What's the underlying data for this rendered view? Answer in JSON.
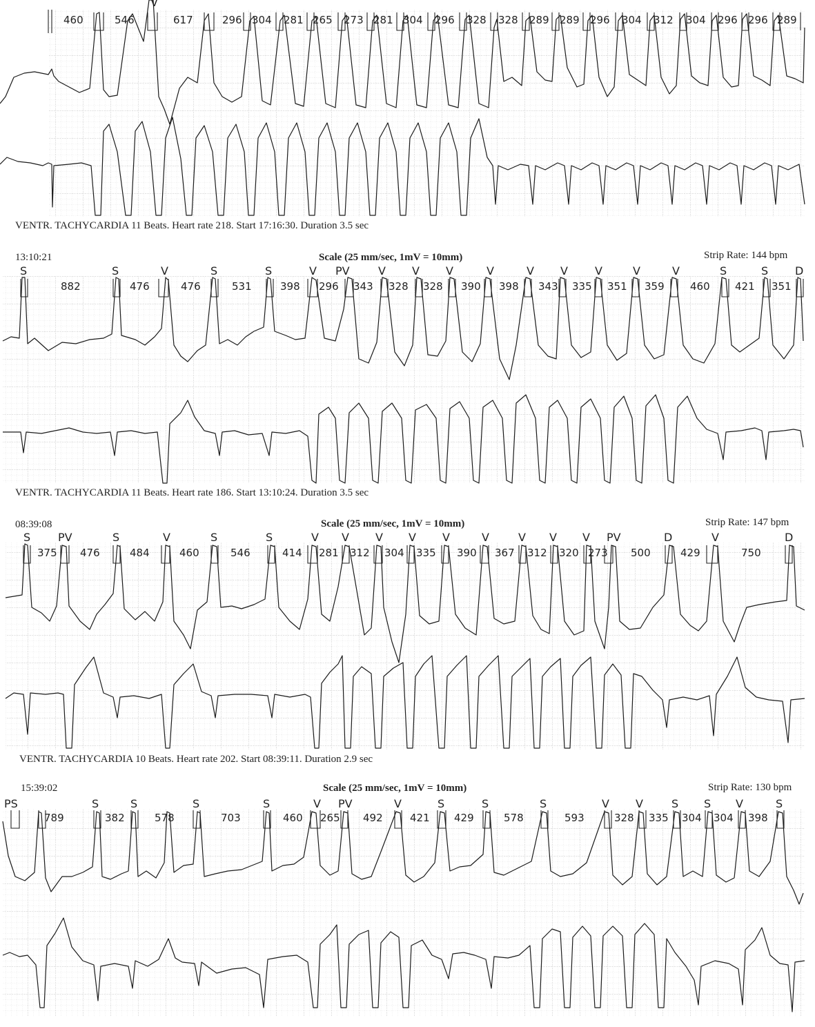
{
  "strips": [
    {
      "time": "",
      "scale": "",
      "strip_rate": "",
      "beat_labels": [
        "",
        "",
        "V",
        "",
        "",
        "",
        "",
        "",
        "",
        "",
        "",
        "",
        "",
        "",
        "",
        "",
        "",
        "",
        "",
        "",
        "",
        ""
      ],
      "intervals": [
        "460",
        "546",
        "617",
        "296",
        "304",
        "281",
        "265",
        "273",
        "281",
        "304",
        "296",
        "328",
        "328",
        "289",
        "289",
        "296",
        "304",
        "312",
        "304",
        "296",
        "296",
        "289"
      ],
      "caption": "VENTR. TACHYCARDIA   11 Beats.  Heart rate 218.  Start 17:16:30.  Duration 3.5 sec"
    },
    {
      "time": "13:10:21",
      "scale": "Scale  (25 mm/sec, 1mV = 10mm)",
      "strip_rate": "Strip Rate: 144 bpm",
      "beat_labels": [
        "S",
        "S",
        "V",
        "S",
        "S",
        "V",
        "PV",
        "V",
        "V",
        "V",
        "V",
        "V",
        "V",
        "V",
        "V",
        "V",
        "S",
        "S",
        "D"
      ],
      "intervals": [
        "882",
        "476",
        "476",
        "531",
        "398",
        "296",
        "343",
        "328",
        "328",
        "390",
        "398",
        "343",
        "335",
        "351",
        "359",
        "460",
        "421",
        "351"
      ],
      "caption": "VENTR. TACHYCARDIA   11 Beats.  Heart rate 186.  Start 13:10:24.  Duration 3.5 sec"
    },
    {
      "time": "08:39:08",
      "scale": "Scale  (25 mm/sec, 1mV = 10mm)",
      "strip_rate": "Strip Rate: 147 bpm",
      "beat_labels": [
        "S",
        "PV",
        "S",
        "V",
        "S",
        "S",
        "V",
        "V",
        "V",
        "V",
        "V",
        "V",
        "V",
        "V",
        "V",
        "PV",
        "D",
        "V",
        "D"
      ],
      "intervals": [
        "375",
        "476",
        "484",
        "460",
        "546",
        "414",
        "281",
        "312",
        "304",
        "335",
        "390",
        "367",
        "312",
        "320",
        "273",
        "500",
        "429",
        "750"
      ],
      "caption": "VENTR. TACHYCARDIA   10 Beats.  Heart rate 202.  Start 08:39:11.  Duration 2.9 sec"
    },
    {
      "time": "15:39:02",
      "scale": "Scale  (25 mm/sec, 1mV = 10mm)",
      "strip_rate": "Strip Rate: 130 bpm",
      "beat_labels": [
        "PS",
        "S",
        "S",
        "S",
        "S",
        "V",
        "PV",
        "V",
        "S",
        "S",
        "S",
        "V",
        "V",
        "S",
        "S",
        "V",
        "S"
      ],
      "intervals": [
        "789",
        "382",
        "578",
        "703",
        "460",
        "265",
        "492",
        "421",
        "429",
        "578",
        "593",
        "328",
        "335",
        "304",
        "304",
        "398"
      ],
      "caption": ""
    }
  ]
}
